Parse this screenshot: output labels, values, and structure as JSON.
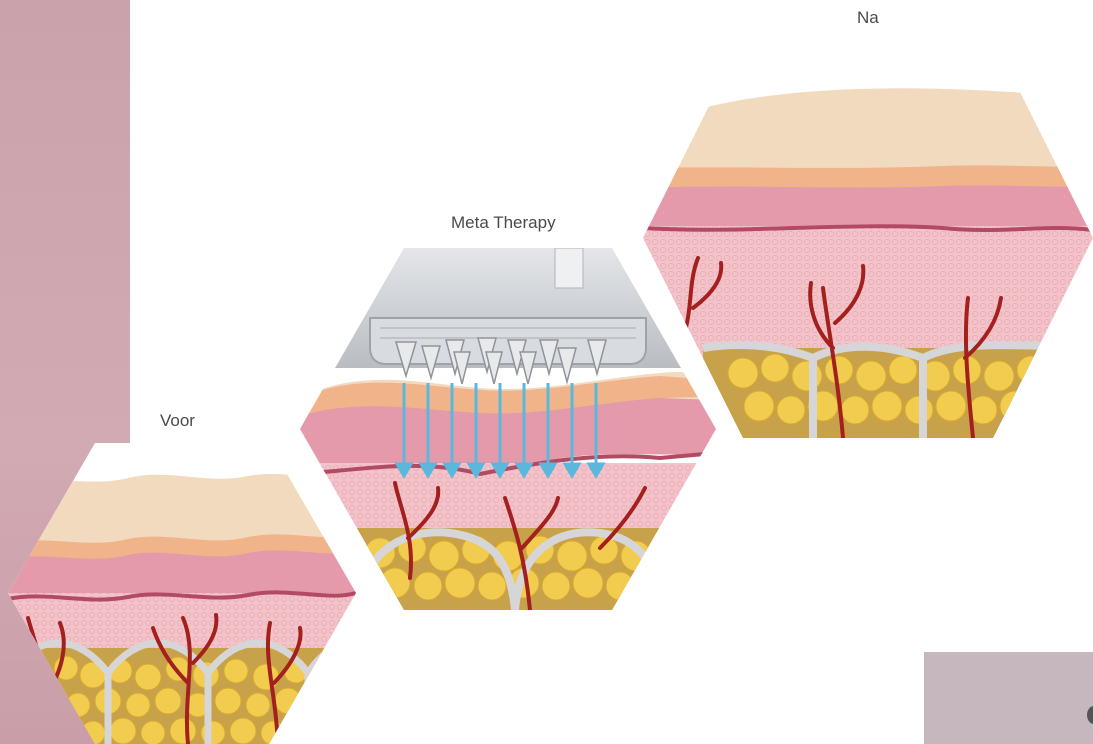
{
  "labels": {
    "before": "Voor",
    "treatment": "Meta Therapy",
    "after": "Na"
  },
  "colors": {
    "sidebar": "#d0a9b2",
    "epidermis": "#f2d9bd",
    "basal_layer": "#f1b38a",
    "dermis": "#e49aaa",
    "deep_dermis": "#f3c1c7",
    "fat": "#f1cc4e",
    "septa": "#d6d6d8",
    "vessels": "#a3201f",
    "needle_arrows": "#5ab8dc",
    "device": "#cfd2d6",
    "corner_panel": "#c6b6bd"
  },
  "icons": [
    "needle-icon",
    "arrow-down-icon"
  ]
}
